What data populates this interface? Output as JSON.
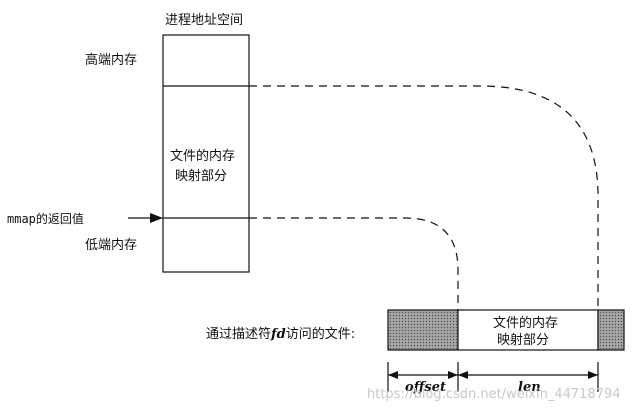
{
  "process_space": {
    "title": "进程地址空间",
    "high_memory": "高端内存",
    "mapped_line1": "文件的内存",
    "mapped_line2": "映射部分",
    "mmap_return": "mmap的返回值",
    "low_memory": "低端内存"
  },
  "file": {
    "label_prefix": "通过描述符",
    "label_fd": "fd",
    "label_suffix": "访问的文件:",
    "mapped_line1": "文件的内存",
    "mapped_line2": "映射部分",
    "offset_label": "offset",
    "len_label": "len"
  },
  "watermark": "https://blog.csdn.net/weixin_44718794"
}
